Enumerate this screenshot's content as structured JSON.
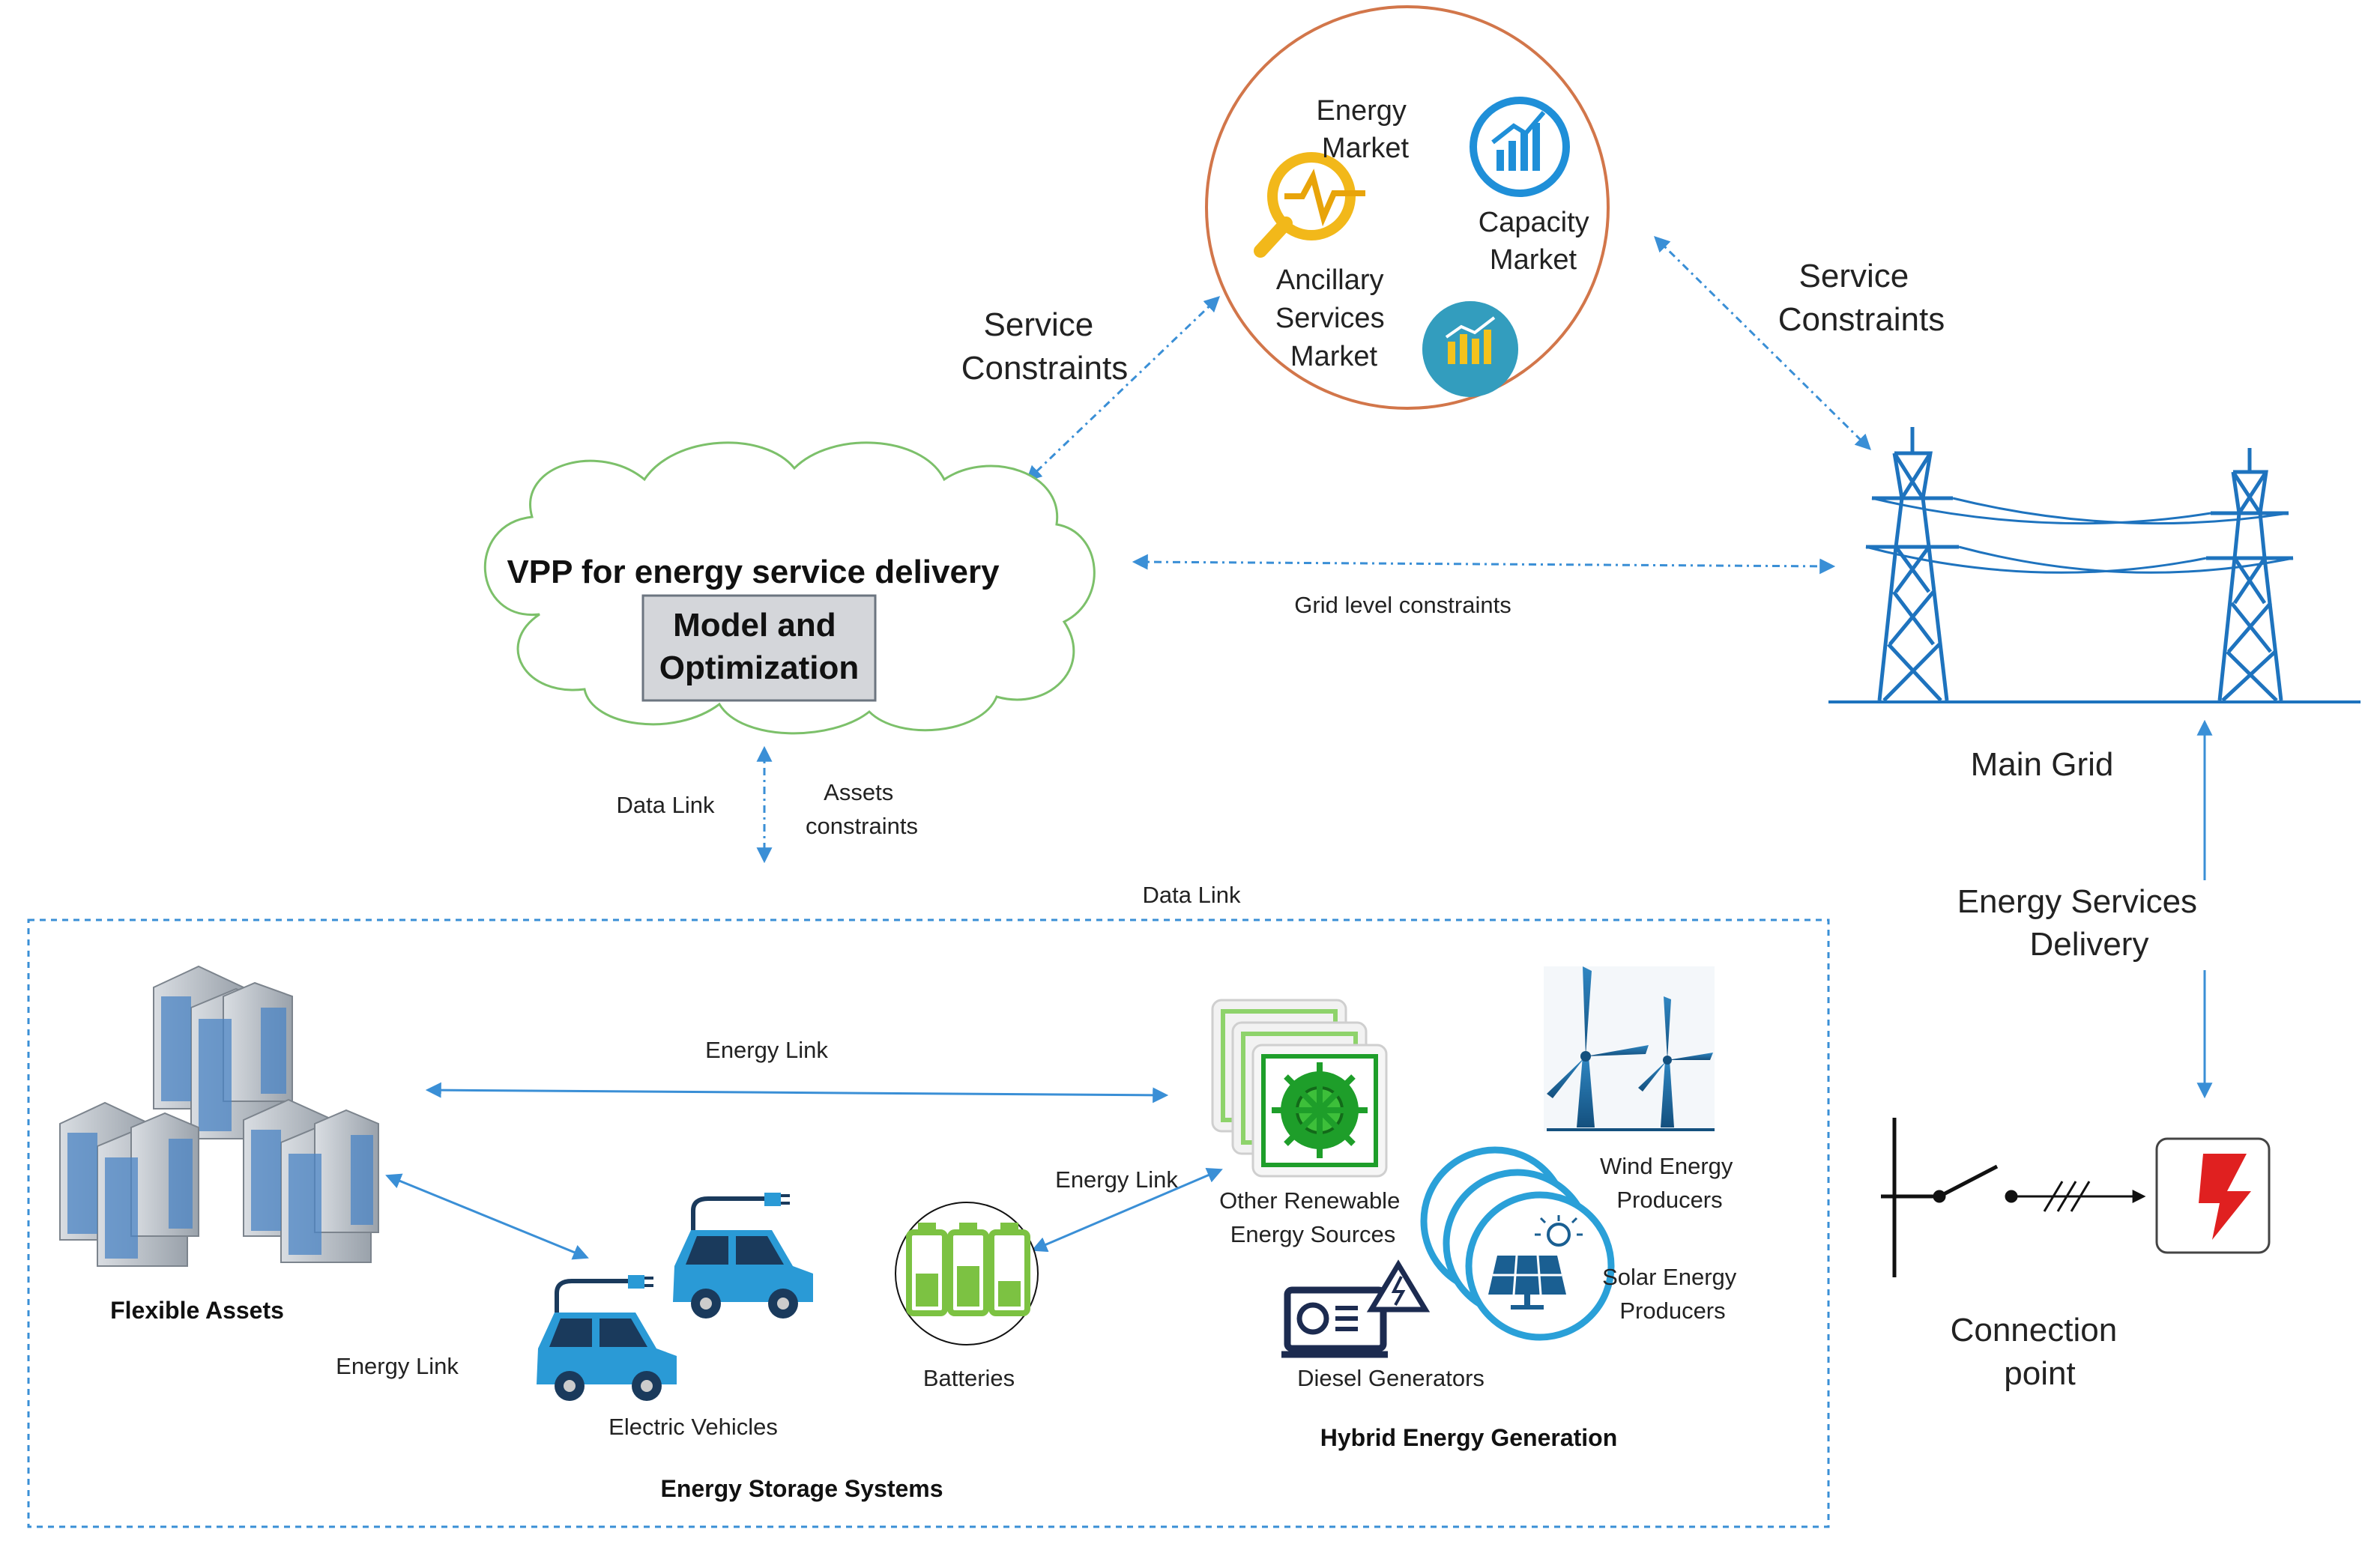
{
  "market": {
    "energy_market": [
      "Energy",
      "Market"
    ],
    "capacity_market": [
      "Capacity",
      "Market"
    ],
    "ancillary_market": [
      "Ancillary",
      "Services",
      "Market"
    ]
  },
  "links": {
    "service_constraints_left": [
      "Service",
      "Constraints"
    ],
    "service_constraints_right": [
      "Service",
      "Constraints"
    ],
    "grid_level_constraints": "Grid level constraints",
    "data_link_vertical": "Data Link",
    "assets_constraints": [
      "Assets",
      "constraints"
    ],
    "data_link_box": "Data Link",
    "energy_link_top": "Energy Link",
    "energy_link_middle": "Energy Link",
    "energy_link_bottom": "Energy Link",
    "energy_services_delivery": [
      "Energy Services",
      "Delivery"
    ]
  },
  "vpp": {
    "title": "VPP for energy service delivery",
    "model_box": [
      "Model and",
      "Optimization"
    ]
  },
  "grid": {
    "main_grid": "Main Grid",
    "connection_point": [
      "Connection",
      "point"
    ]
  },
  "assets": {
    "flexible_assets": "Flexible Assets",
    "electric_vehicles": "Electric Vehicles",
    "batteries": "Batteries",
    "energy_storage_systems": "Energy Storage Systems",
    "other_renewable": [
      "Other Renewable",
      "Energy Sources"
    ],
    "wind_producers": [
      "Wind Energy",
      "Producers"
    ],
    "solar_producers": [
      "Solar Energy",
      "Producers"
    ],
    "diesel_generators": "Diesel Generators",
    "hybrid_generation": "Hybrid Energy Generation"
  },
  "colors": {
    "link_blue": "#3a8fd6",
    "market_circle": "#d2764a",
    "cloud_outline": "#7cc06a",
    "tower_blue": "#1e73be",
    "ev_blue": "#2a9ad6",
    "battery_green": "#7cc242",
    "solar_green": "#1e9e2a",
    "lightning_red": "#e02020"
  },
  "icons": [
    "energy-market-icon",
    "capacity-market-icon",
    "ancillary-market-icon",
    "transmission-tower-icon",
    "building-cluster-icon",
    "electric-car-icon",
    "battery-icon",
    "renewable-panel-icon",
    "wind-turbine-icon",
    "solar-panel-icon",
    "diesel-generator-icon",
    "switch-icon",
    "lightning-icon"
  ]
}
